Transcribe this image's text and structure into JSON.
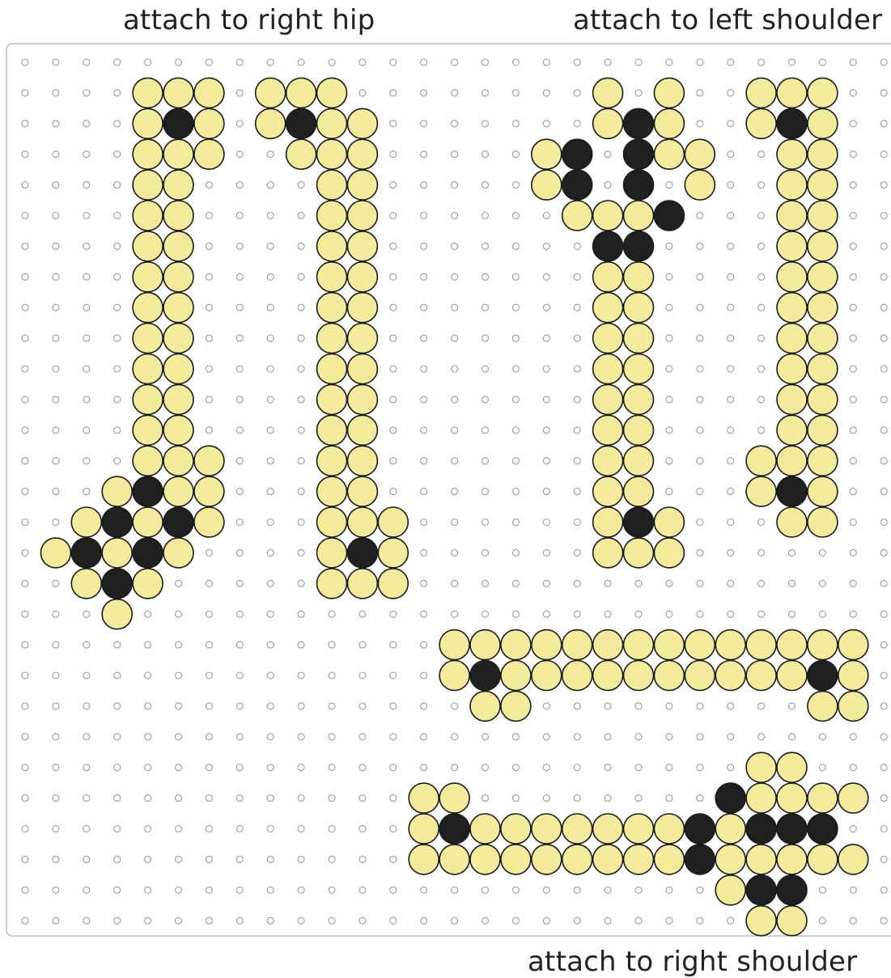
{
  "labels": {
    "right_hip": "attach to right hip",
    "left_shoulder": "attach to left shoulder",
    "right_shoulder": "attach to right shoulder"
  },
  "colors": {
    "bead_yellow": "#f2eb9c",
    "bead_black": "#202020",
    "bead_outline": "#1a1a1a",
    "peg": "#9a9a9a",
    "board_border": "#bdbdbd"
  },
  "grid": {
    "columns": 29,
    "rows": 29
  },
  "beads": {
    "yellow": [
      [
        4,
        1
      ],
      [
        5,
        1
      ],
      [
        6,
        1
      ],
      [
        8,
        1
      ],
      [
        9,
        1
      ],
      [
        10,
        1
      ],
      [
        19,
        1
      ],
      [
        21,
        1
      ],
      [
        24,
        1
      ],
      [
        25,
        1
      ],
      [
        26,
        1
      ],
      [
        4,
        2
      ],
      [
        6,
        2
      ],
      [
        8,
        2
      ],
      [
        10,
        2
      ],
      [
        11,
        2
      ],
      [
        19,
        2
      ],
      [
        21,
        2
      ],
      [
        24,
        2
      ],
      [
        26,
        2
      ],
      [
        4,
        3
      ],
      [
        5,
        3
      ],
      [
        6,
        3
      ],
      [
        9,
        3
      ],
      [
        10,
        3
      ],
      [
        11,
        3
      ],
      [
        17,
        3
      ],
      [
        21,
        3
      ],
      [
        22,
        3
      ],
      [
        25,
        3
      ],
      [
        26,
        3
      ],
      [
        4,
        4
      ],
      [
        5,
        4
      ],
      [
        10,
        4
      ],
      [
        11,
        4
      ],
      [
        17,
        4
      ],
      [
        22,
        4
      ],
      [
        25,
        4
      ],
      [
        26,
        4
      ],
      [
        4,
        5
      ],
      [
        5,
        5
      ],
      [
        10,
        5
      ],
      [
        11,
        5
      ],
      [
        18,
        5
      ],
      [
        19,
        5
      ],
      [
        20,
        5
      ],
      [
        25,
        5
      ],
      [
        26,
        5
      ],
      [
        4,
        6
      ],
      [
        5,
        6
      ],
      [
        10,
        6
      ],
      [
        11,
        6
      ],
      [
        25,
        6
      ],
      [
        26,
        6
      ],
      [
        4,
        7
      ],
      [
        5,
        7
      ],
      [
        10,
        7
      ],
      [
        11,
        7
      ],
      [
        19,
        7
      ],
      [
        20,
        7
      ],
      [
        25,
        7
      ],
      [
        26,
        7
      ],
      [
        4,
        8
      ],
      [
        5,
        8
      ],
      [
        10,
        8
      ],
      [
        11,
        8
      ],
      [
        19,
        8
      ],
      [
        20,
        8
      ],
      [
        25,
        8
      ],
      [
        26,
        8
      ],
      [
        4,
        9
      ],
      [
        5,
        9
      ],
      [
        10,
        9
      ],
      [
        11,
        9
      ],
      [
        19,
        9
      ],
      [
        20,
        9
      ],
      [
        25,
        9
      ],
      [
        26,
        9
      ],
      [
        4,
        10
      ],
      [
        5,
        10
      ],
      [
        10,
        10
      ],
      [
        11,
        10
      ],
      [
        19,
        10
      ],
      [
        20,
        10
      ],
      [
        25,
        10
      ],
      [
        26,
        10
      ],
      [
        4,
        11
      ],
      [
        5,
        11
      ],
      [
        10,
        11
      ],
      [
        11,
        11
      ],
      [
        19,
        11
      ],
      [
        20,
        11
      ],
      [
        25,
        11
      ],
      [
        26,
        11
      ],
      [
        4,
        12
      ],
      [
        5,
        12
      ],
      [
        10,
        12
      ],
      [
        11,
        12
      ],
      [
        19,
        12
      ],
      [
        20,
        12
      ],
      [
        25,
        12
      ],
      [
        26,
        12
      ],
      [
        4,
        13
      ],
      [
        5,
        13
      ],
      [
        6,
        13
      ],
      [
        10,
        13
      ],
      [
        11,
        13
      ],
      [
        19,
        13
      ],
      [
        20,
        13
      ],
      [
        24,
        13
      ],
      [
        25,
        13
      ],
      [
        26,
        13
      ],
      [
        3,
        14
      ],
      [
        5,
        14
      ],
      [
        6,
        14
      ],
      [
        10,
        14
      ],
      [
        11,
        14
      ],
      [
        19,
        14
      ],
      [
        20,
        14
      ],
      [
        24,
        14
      ],
      [
        26,
        14
      ],
      [
        2,
        15
      ],
      [
        4,
        15
      ],
      [
        6,
        15
      ],
      [
        10,
        15
      ],
      [
        11,
        15
      ],
      [
        12,
        15
      ],
      [
        19,
        15
      ],
      [
        21,
        15
      ],
      [
        25,
        15
      ],
      [
        26,
        15
      ],
      [
        1,
        16
      ],
      [
        3,
        16
      ],
      [
        5,
        16
      ],
      [
        10,
        16
      ],
      [
        12,
        16
      ],
      [
        19,
        16
      ],
      [
        20,
        16
      ],
      [
        21,
        16
      ],
      [
        2,
        17
      ],
      [
        4,
        17
      ],
      [
        10,
        17
      ],
      [
        11,
        17
      ],
      [
        12,
        17
      ],
      [
        3,
        18
      ],
      [
        14,
        19
      ],
      [
        15,
        19
      ],
      [
        16,
        19
      ],
      [
        17,
        19
      ],
      [
        18,
        19
      ],
      [
        19,
        19
      ],
      [
        20,
        19
      ],
      [
        21,
        19
      ],
      [
        22,
        19
      ],
      [
        23,
        19
      ],
      [
        24,
        19
      ],
      [
        25,
        19
      ],
      [
        26,
        19
      ],
      [
        27,
        19
      ],
      [
        14,
        20
      ],
      [
        16,
        20
      ],
      [
        17,
        20
      ],
      [
        18,
        20
      ],
      [
        19,
        20
      ],
      [
        20,
        20
      ],
      [
        21,
        20
      ],
      [
        22,
        20
      ],
      [
        23,
        20
      ],
      [
        24,
        20
      ],
      [
        25,
        20
      ],
      [
        27,
        20
      ],
      [
        15,
        21
      ],
      [
        16,
        21
      ],
      [
        26,
        21
      ],
      [
        27,
        21
      ],
      [
        24,
        23
      ],
      [
        25,
        23
      ],
      [
        13,
        24
      ],
      [
        14,
        24
      ],
      [
        24,
        24
      ],
      [
        25,
        24
      ],
      [
        26,
        24
      ],
      [
        27,
        24
      ],
      [
        13,
        25
      ],
      [
        15,
        25
      ],
      [
        16,
        25
      ],
      [
        17,
        25
      ],
      [
        18,
        25
      ],
      [
        19,
        25
      ],
      [
        20,
        25
      ],
      [
        21,
        25
      ],
      [
        23,
        25
      ],
      [
        13,
        26
      ],
      [
        14,
        26
      ],
      [
        15,
        26
      ],
      [
        16,
        26
      ],
      [
        17,
        26
      ],
      [
        18,
        26
      ],
      [
        19,
        26
      ],
      [
        20,
        26
      ],
      [
        21,
        26
      ],
      [
        23,
        26
      ],
      [
        24,
        26
      ],
      [
        25,
        26
      ],
      [
        26,
        26
      ],
      [
        27,
        26
      ],
      [
        23,
        27
      ],
      [
        24,
        28
      ],
      [
        25,
        28
      ]
    ],
    "black": [
      [
        5,
        2
      ],
      [
        9,
        2
      ],
      [
        20,
        2
      ],
      [
        25,
        2
      ],
      [
        18,
        3
      ],
      [
        20,
        3
      ],
      [
        18,
        4
      ],
      [
        20,
        4
      ],
      [
        21,
        5
      ],
      [
        19,
        6
      ],
      [
        20,
        6
      ],
      [
        4,
        14
      ],
      [
        25,
        14
      ],
      [
        3,
        15
      ],
      [
        5,
        15
      ],
      [
        20,
        15
      ],
      [
        2,
        16
      ],
      [
        4,
        16
      ],
      [
        11,
        16
      ],
      [
        3,
        17
      ],
      [
        15,
        20
      ],
      [
        26,
        20
      ],
      [
        23,
        24
      ],
      [
        14,
        25
      ],
      [
        22,
        25
      ],
      [
        24,
        25
      ],
      [
        25,
        25
      ],
      [
        26,
        25
      ],
      [
        22,
        26
      ],
      [
        24,
        27
      ],
      [
        25,
        27
      ]
    ]
  }
}
